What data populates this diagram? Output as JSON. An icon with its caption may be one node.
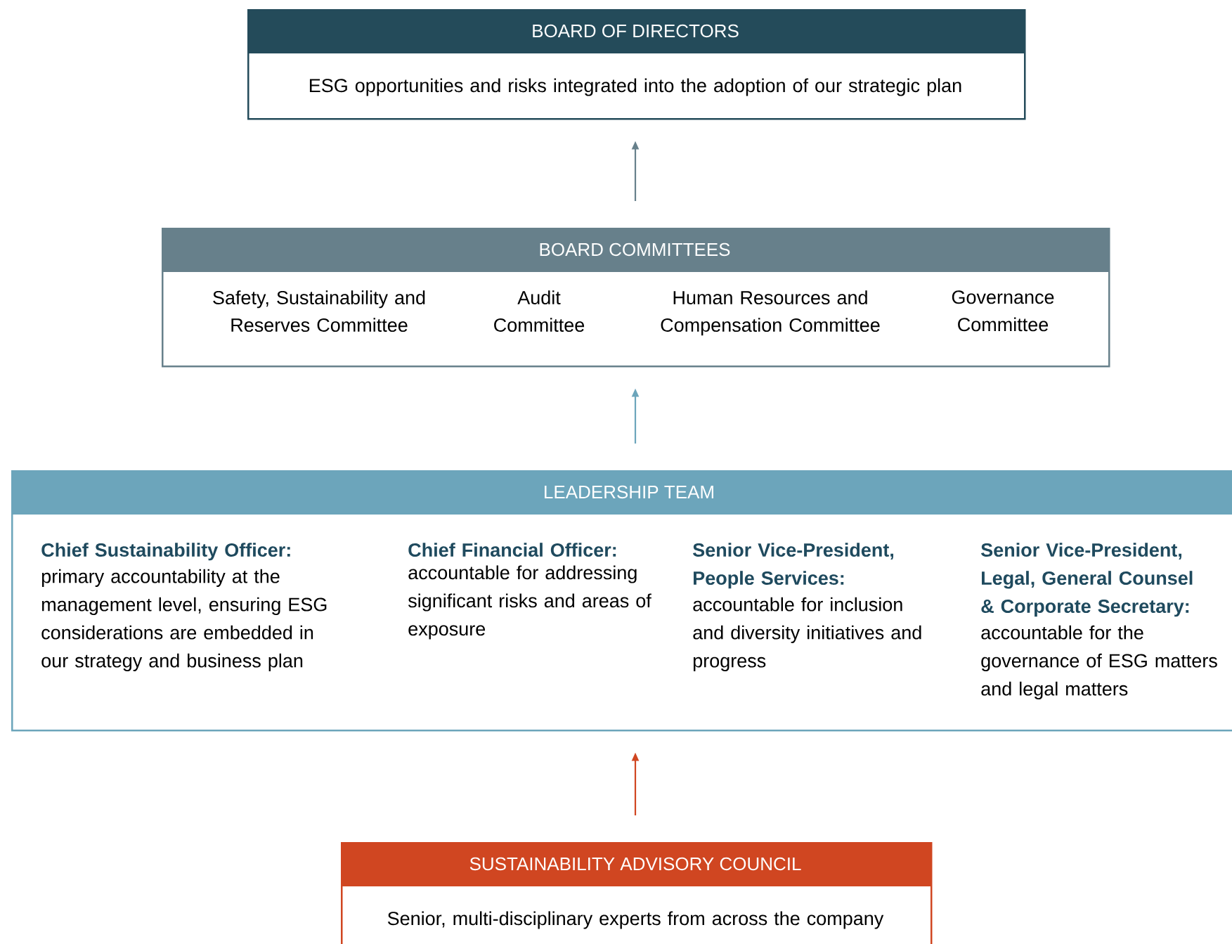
{
  "diagram": {
    "nodes": [
      {
        "text": [
          "BOARD OF DIRECTORS",
          "ESG opportunities and risks integrated into the adoption of our strategic plan"
        ]
      },
      {
        "text": [
          "BOARD COMMITTEES",
          "Safety, Sustainability and Reserves Committee",
          "Audit Committee",
          "Human Resources and Compensation Committee",
          "Governance Committee"
        ]
      },
      {
        "text": [
          "LEADERSHIP TEAM",
          "Chief Sustainability Officer:",
          "primary accountability at the management level, ensuring ESG considerations are embedded in our strategy and business plan",
          "Chief Financial Officer:",
          "accountable for addressing significant risks and areas of exposure",
          "Senior Vice-President, People Services:",
          "accountable for inclusion and diversity initiatives and progress",
          "Senior Vice-President, Legal, General Counsel & Corporate Secretary:",
          "accountable for the governance of ESG matters and legal matters"
        ]
      },
      {
        "text": [
          "SUSTAINABILITY ADVISORY COUNCIL",
          "Senior, multi-disciplinary experts from across the company"
        ]
      }
    ],
    "edges": [
      {
        "from": 1,
        "to": 0,
        "arrow": "to",
        "color": "#67808b"
      },
      {
        "from": 2,
        "to": 1,
        "arrow": "to",
        "color": "#6ca5bb"
      },
      {
        "from": 3,
        "to": 2,
        "arrow": "to",
        "color": "#d04621"
      }
    ]
  }
}
